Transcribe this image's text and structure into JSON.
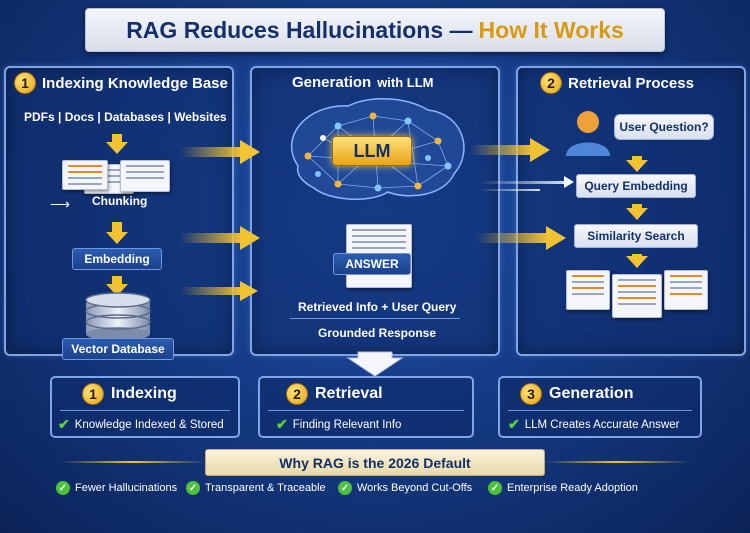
{
  "title": {
    "main": "RAG Reduces Hallucinations —",
    "highlight": "How It Works"
  },
  "indexing_panel": {
    "number": "1",
    "title": "Indexing Knowledge Base",
    "sources": "PDFs | Docs | Databases | Websites",
    "chunking": "Chunking",
    "embedding": "Embedding",
    "vector_db": "Vector Database"
  },
  "generation_panel": {
    "title_bold": "Generation",
    "title_rest": "with LLM",
    "llm": "LLM",
    "answer": "ANSWER",
    "retrieved": "Retrieved Info + User Query",
    "grounded": "Grounded Response"
  },
  "retrieval_panel": {
    "number": "2",
    "title": "Retrieval Process",
    "user_question": "User Question?",
    "query_embedding": "Query Embedding",
    "similarity_search": "Similarity Search"
  },
  "steps": [
    {
      "number": "1",
      "title": "Indexing",
      "detail": "Knowledge Indexed & Stored"
    },
    {
      "number": "2",
      "title": "Retrieval",
      "detail": "Finding Relevant Info"
    },
    {
      "number": "3",
      "title": "Generation",
      "detail": "LLM Creates Accurate Answer"
    }
  ],
  "banner": "Why RAG is the 2026 Default",
  "benefits": [
    "Fewer Hallucinations",
    "Transparent & Traceable",
    "Works Beyond Cut-Offs",
    "Enterprise Ready Adoption"
  ],
  "colors": {
    "accent": "#f1c232",
    "panel_border": "#7ea5e6",
    "background": "#153b85",
    "check": "#4cc23a"
  },
  "icons": [
    "brain-network-icon",
    "document-icon",
    "database-icon",
    "user-icon",
    "check-icon"
  ]
}
